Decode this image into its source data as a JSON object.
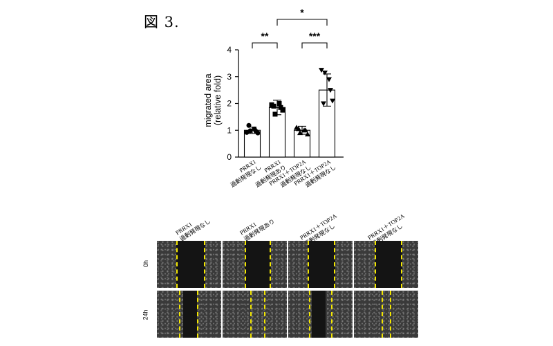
{
  "figure_title": "図 3.",
  "chart_data": {
    "type": "bar",
    "ylabel_line1": "migrated area",
    "ylabel_line2": "(relative fold)",
    "ylim": [
      0,
      4
    ],
    "yticks": [
      0,
      1,
      2,
      3,
      4
    ],
    "grid": false,
    "categories": [
      {
        "line1": "PRRX1",
        "line2": "過剰発現なし"
      },
      {
        "line1": "PRRX1",
        "line2": "過剰発現あり"
      },
      {
        "line1": "PRRX1＋TOP2A",
        "line2": "過剰発現なし"
      },
      {
        "line1": "PRRX1＋TOP2A",
        "line2": "過剰発現なし"
      }
    ],
    "values": [
      1.0,
      1.85,
      1.0,
      2.5
    ],
    "error": [
      0.12,
      0.27,
      0.15,
      0.6
    ],
    "markers": [
      "circle",
      "square",
      "triangle-up",
      "triangle-down"
    ],
    "points": [
      [
        0.92,
        0.98,
        1.05,
        0.9,
        1.18,
        0.97
      ],
      [
        1.95,
        1.6,
        2.0,
        1.75,
        1.9,
        1.85
      ],
      [
        1.1,
        0.9,
        1.0,
        0.85,
        1.05,
        1.0
      ],
      [
        3.25,
        3.15,
        2.9,
        2.1,
        2.0,
        2.5
      ]
    ],
    "significance": [
      {
        "from": 0,
        "to": 1,
        "label": "**"
      },
      {
        "from": 2,
        "to": 3,
        "label": "***"
      },
      {
        "from": 1,
        "to": 3,
        "label": "*"
      }
    ]
  },
  "micrographs": {
    "column_labels": [
      {
        "line1": "PRRX1",
        "line2": "過剰発現なし"
      },
      {
        "line1": "PRRX1",
        "line2": "過剰発現あり"
      },
      {
        "line1": "PRRX1＋TOP2A",
        "line2": "過剰発現なし"
      },
      {
        "line1": "PRRX1＋TOP2A",
        "line2": "過剰発現なし"
      }
    ],
    "row_labels": [
      "0h",
      "24h"
    ]
  }
}
